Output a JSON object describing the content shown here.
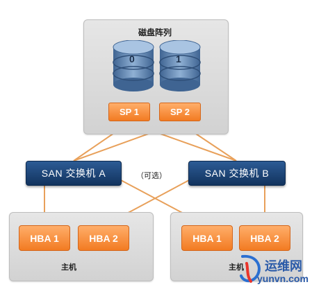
{
  "diagram": {
    "disk_array": {
      "title": "磁盘阵列",
      "disks": [
        {
          "label": "0"
        },
        {
          "label": "1"
        }
      ],
      "sp": [
        {
          "label": "SP 1"
        },
        {
          "label": "SP 2"
        }
      ]
    },
    "switches": [
      {
        "label": "SAN 交换机 A"
      },
      {
        "label": "SAN 交换机 B"
      }
    ],
    "optional_label": "（可选）",
    "hosts": [
      {
        "label": "主机",
        "hba": [
          {
            "label": "HBA 1"
          },
          {
            "label": "HBA 2"
          }
        ]
      },
      {
        "label": "主机",
        "hba": [
          {
            "label": "HBA 1"
          },
          {
            "label": "HBA 2"
          }
        ]
      }
    ],
    "watermark": {
      "text_cn": "运维网",
      "text_en": "yunvn.com"
    },
    "colors": {
      "line": "#e8a05a",
      "orange": "#f27b22",
      "navy": "#1b406f",
      "disk": "#5b7fa8"
    }
  }
}
